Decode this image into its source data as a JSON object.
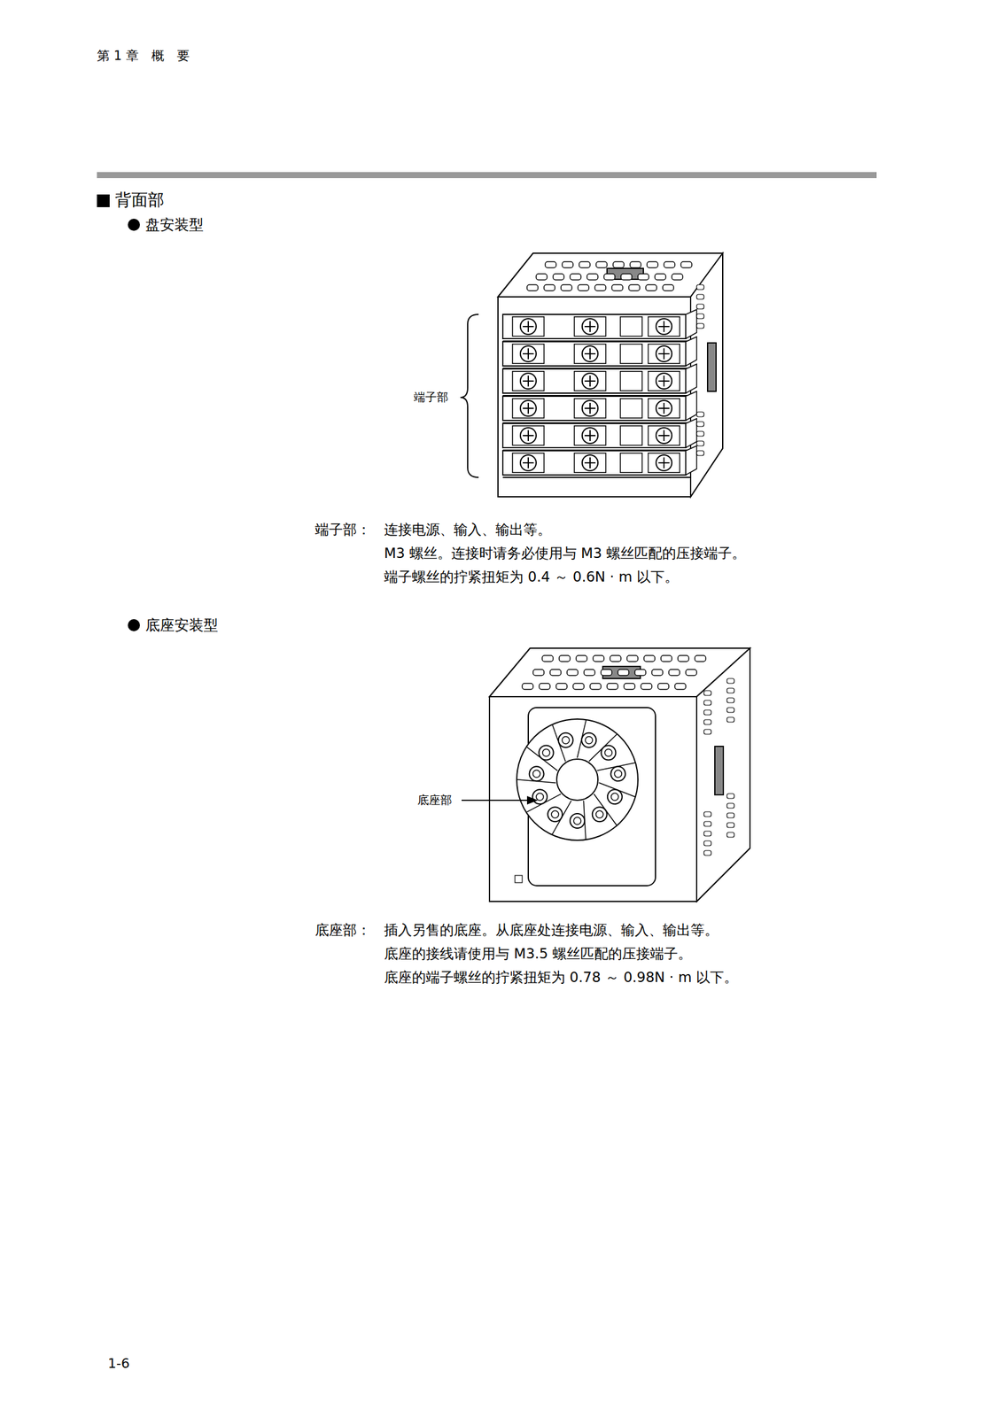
{
  "diagram": {
    "title": "背面部",
    "labels": [
      "第 1 章　概　要",
      "盘安装型",
      "端子部",
      "端子部：",
      "连接电源、输入、输出等。",
      "M3 螺丝。连接时请务必使用与 M3 螺丝匹配的压接端子。",
      "端子螺丝的拧紧扭矩为 0.4 ～ 0.6N · m 以下。",
      "底座安装型",
      "底座部",
      "底座部：",
      "插入另售的底座。从底座处连接电源、输入、输出等。",
      "底座的接线请使用与 M3.5 螺丝匹配的压接端子。",
      "底座的端子螺丝的拧紧扭矩为 0.78 ～ 0.98N · m 以下。",
      "1-6"
    ]
  }
}
